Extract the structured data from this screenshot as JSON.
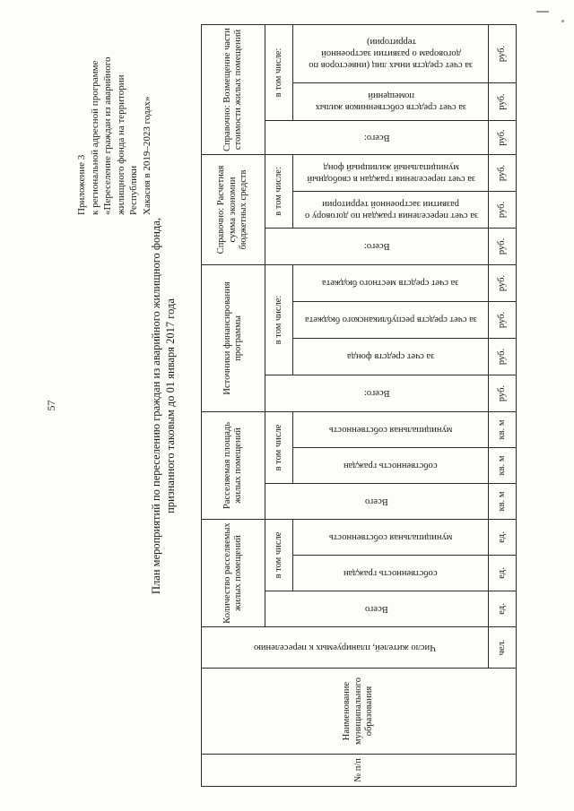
{
  "page": {
    "number": "57",
    "appendix": [
      "Приложение 3",
      "к региональной адресной программе",
      "«Переселение граждан из аварийного",
      "жилищного фонда на территории Республики",
      "Хакасия в 2019–2023 годах»"
    ],
    "title_line1": "План мероприятий по переселению граждан из аварийного жилищного фонда,",
    "title_line2": "признанного таковым до 01 января 2017 года"
  },
  "table": {
    "npp": "№ п/п",
    "municipality": "Наименование муниципального образования",
    "residents": "Число жителей, планируемых к переселению",
    "groups": [
      {
        "title": "Количество расселяемых жилых помещений",
        "total": "Всего",
        "including": "в том числе",
        "subs": [
          "собственность граждан",
          "муниципальная собственность"
        ]
      },
      {
        "title": "Расселяемая площадь жилых помещений",
        "total": "Всего",
        "including": "в том числе",
        "subs": [
          "собственность граждан",
          "муниципальная собственность"
        ]
      },
      {
        "title": "Источники финансирования программы",
        "total": "Всего:",
        "including": "в том числе:",
        "subs": [
          "за счет средств фонда",
          "за счет средств республиканского бюджета",
          "за счет средств местного бюджета"
        ]
      },
      {
        "title": "Справочно: Расчетная сумма экономии бюджетных средств",
        "total": "Всего:",
        "including": "в том числе:",
        "subs": [
          "за счет переселения граждан по договору о развитии застроенной территории",
          "за счет переселения граждан в свободный муниципальный жилищный фонд"
        ]
      },
      {
        "title": "Справочно: Возмещение части стоимости жилых помещений",
        "total": "Всего:",
        "including": "в том числе:",
        "subs": [
          "за счет средств собственников жилых помещений",
          "за счет средств иных лиц (инвес­торов по договорам о развитии застроенной территории)"
        ]
      }
    ],
    "units_row": [
      "чел.",
      "ед.",
      "ед.",
      "ед.",
      "кв. м",
      "кв. м",
      "кв. м",
      "руб.",
      "руб.",
      "руб.",
      "руб.",
      "руб.",
      "руб.",
      "руб.",
      "руб.",
      "руб.",
      "руб."
    ]
  }
}
